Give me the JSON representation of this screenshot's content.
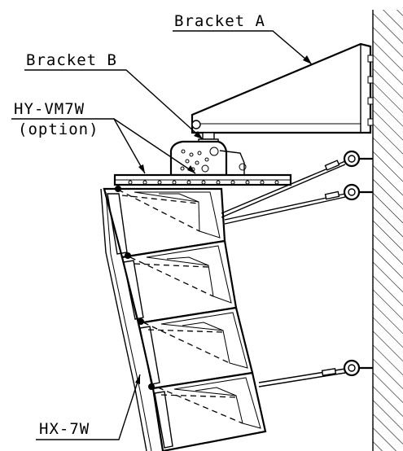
{
  "labels": {
    "bracket_a": "Bracket A",
    "bracket_b": "Bracket B",
    "frame_model": "HY-VM7W",
    "frame_option": "(option)",
    "speaker_model": "HX-7W"
  },
  "colors": {
    "line": "#000000",
    "background": "#ffffff"
  }
}
